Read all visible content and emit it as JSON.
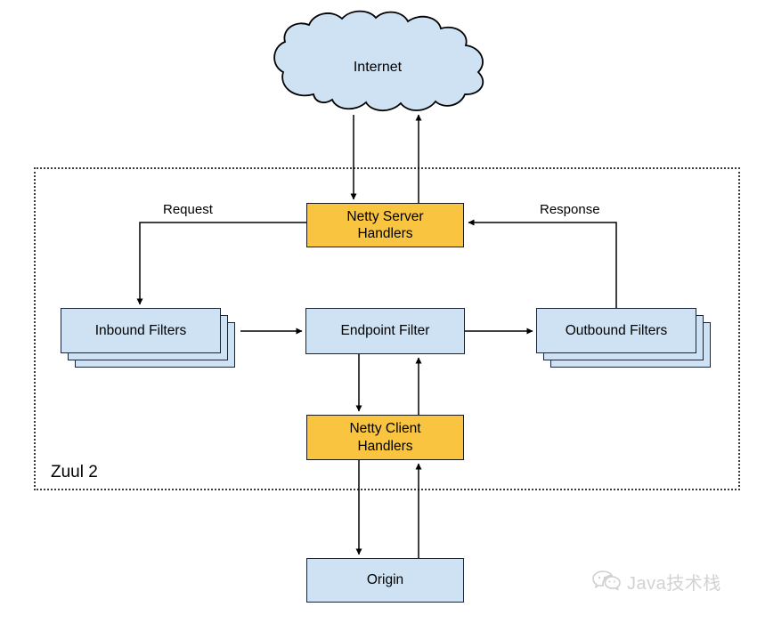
{
  "diagram": {
    "container_label": "Zuul 2",
    "cloud_label": "Internet",
    "edge_labels": {
      "request": "Request",
      "response": "Response"
    },
    "nodes": {
      "netty_server": {
        "label": "Netty Server Handlers",
        "type": "handler"
      },
      "inbound_filters": {
        "label": "Inbound Filters",
        "type": "filter-stack"
      },
      "endpoint_filter": {
        "label": "Endpoint Filter",
        "type": "filter"
      },
      "outbound_filters": {
        "label": "Outbound Filters",
        "type": "filter-stack"
      },
      "netty_client": {
        "label": "Netty Client Handlers",
        "type": "handler"
      },
      "origin": {
        "label": "Origin",
        "type": "service"
      }
    },
    "watermark": {
      "text": "Java技术栈",
      "icon": "wechat-icon"
    },
    "colors": {
      "node_blue": "#cfe2f3",
      "node_yellow": "#f9c440",
      "outline": "#000000",
      "dotted_border": "#3a3a3a",
      "watermark_gray": "#d2d2d2"
    }
  }
}
